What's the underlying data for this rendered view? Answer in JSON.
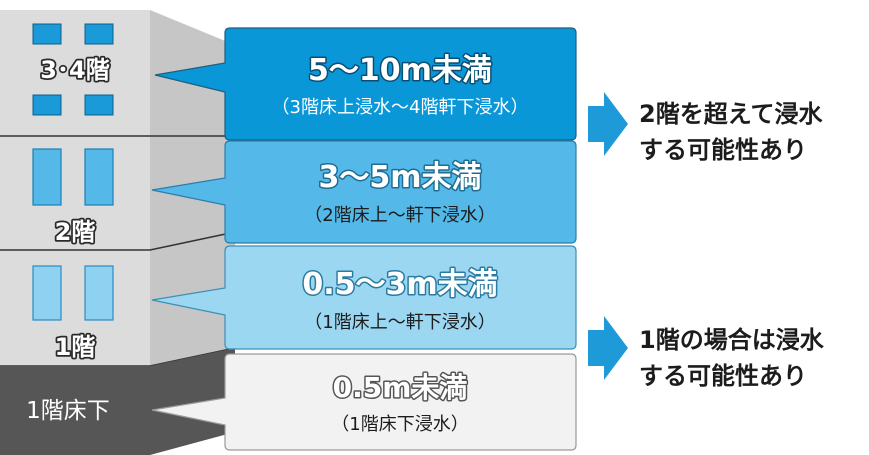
{
  "building": {
    "floors": [
      {
        "label": "3･4階"
      },
      {
        "label": "2階"
      },
      {
        "label": "1階"
      },
      {
        "label": "1階床下"
      }
    ]
  },
  "levels": [
    {
      "range": "5～10m未満",
      "detail": "（3階床上浸水～4階軒下浸水）",
      "fill": "#0a97d8"
    },
    {
      "range": "3～5m未満",
      "detail": "（2階床上～軒下浸水）",
      "fill": "#54b9e8"
    },
    {
      "range": "0.5～3m未満",
      "detail": "（1階床上～軒下浸水）",
      "fill": "#9cd7f2"
    },
    {
      "range": "0.5m未満",
      "detail": "（1階床下浸水）",
      "fill": "#f2f2f2"
    }
  ],
  "notes": [
    {
      "line1": "2階を超えて浸水",
      "line2": "する可能性あり"
    },
    {
      "line1": "1階の場合は浸水",
      "line2": "する可能性あり"
    }
  ],
  "colors": {
    "arrow": "#1e9ad8",
    "building_face": "#dcdcdc",
    "building_side": "#c4c4c4",
    "window": "#1a9ad8",
    "window_light": "#8fd1f0",
    "basement": "#555555"
  }
}
